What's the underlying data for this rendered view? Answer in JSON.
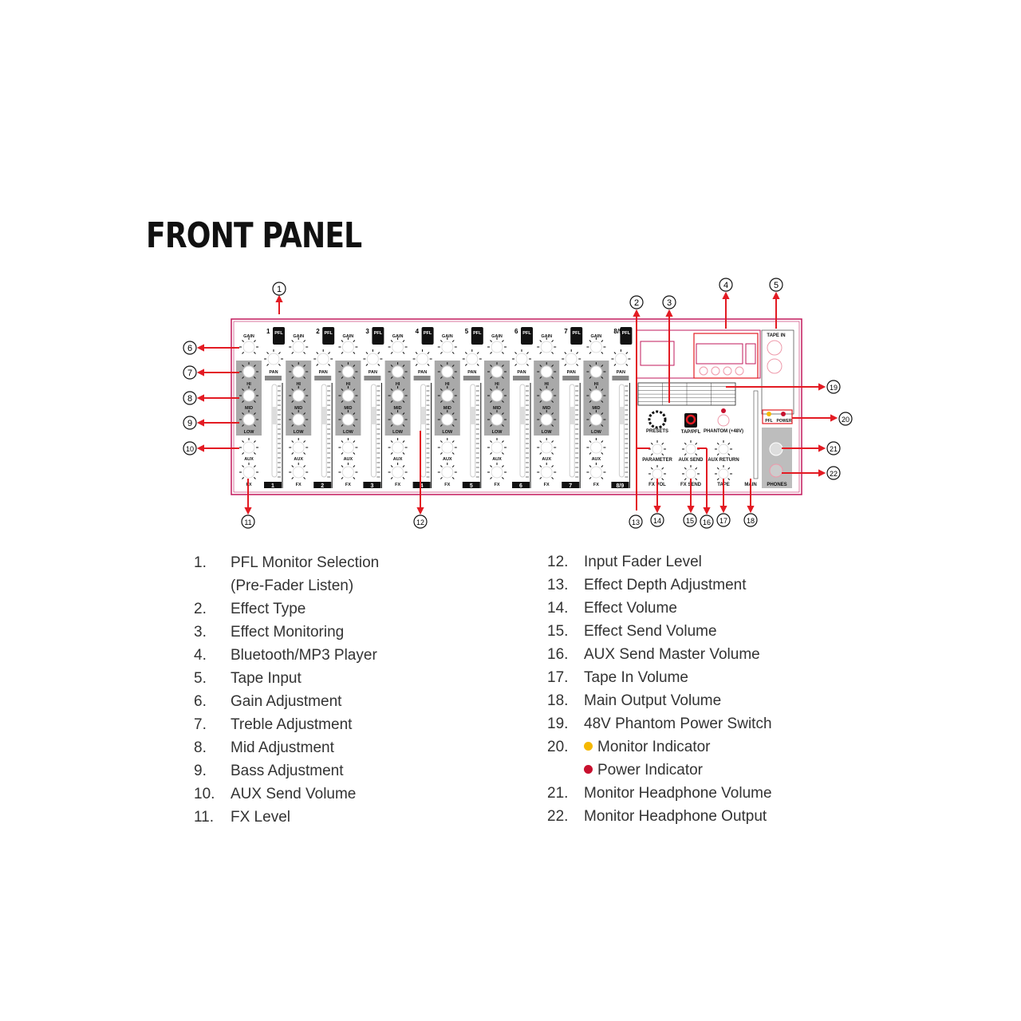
{
  "title": "FRONT PANEL",
  "panel": {
    "channels": [
      "1",
      "2",
      "3",
      "4",
      "5",
      "6",
      "7",
      "8/9"
    ],
    "knob_labels": {
      "gain": "GAIN",
      "pfl": "PFL",
      "aux": "AUX",
      "fx": "FX",
      "pan": "PAN",
      "low": "LOW",
      "mid": "MID",
      "hi": "HI"
    },
    "fx_labels": [
      "PRESETS",
      "TAP/PFL",
      "PARAMETER",
      "FX VOL",
      "AUX SEND",
      "FX SEND",
      "PHANTOM (+48V)",
      "AUX RETURN",
      "TAPE",
      "MAIN",
      "TAPE IN",
      "PHONES",
      "PFL",
      "POWER"
    ]
  },
  "callouts": [
    "1",
    "2",
    "3",
    "4",
    "5",
    "6",
    "7",
    "8",
    "9",
    "10",
    "11",
    "12",
    "13",
    "14",
    "15",
    "16",
    "17",
    "18",
    "19",
    "20",
    "21",
    "22"
  ],
  "colors": {
    "accent": "#e31b23",
    "panel_border": "#c2185b",
    "eq_gray": "#a9a9a9",
    "monitor": "#f5b800",
    "power": "#c8102e"
  },
  "legend_left": [
    {
      "num": "1.",
      "text": "PFL Monitor Selection"
    },
    {
      "num": "",
      "text": "(Pre-Fader Listen)"
    },
    {
      "num": "2.",
      "text": "Effect Type"
    },
    {
      "num": "3.",
      "text": "Effect Monitoring"
    },
    {
      "num": "4.",
      "text": "Bluetooth/MP3 Player"
    },
    {
      "num": "5.",
      "text": "Tape Input"
    },
    {
      "num": "6.",
      "text": "Gain Adjustment"
    },
    {
      "num": "7.",
      "text": "Treble Adjustment"
    },
    {
      "num": "8.",
      "text": "Mid Adjustment"
    },
    {
      "num": "9.",
      "text": "Bass Adjustment"
    },
    {
      "num": "10.",
      "text": "AUX Send Volume"
    },
    {
      "num": "11.",
      "text": "FX Level"
    }
  ],
  "legend_right": [
    {
      "num": "12.",
      "text": "Input Fader Level"
    },
    {
      "num": "13.",
      "text": "Effect Depth Adjustment"
    },
    {
      "num": "14.",
      "text": "Effect Volume"
    },
    {
      "num": "15.",
      "text": "Effect Send Volume"
    },
    {
      "num": "16.",
      "text": "AUX Send Master Volume"
    },
    {
      "num": "17.",
      "text": "Tape In Volume"
    },
    {
      "num": "18.",
      "text": "Main Output Volume"
    },
    {
      "num": "19.",
      "text": "48V Phantom Power Switch"
    },
    {
      "num": "20.",
      "text": "Monitor Indicator",
      "dot": "monitor"
    },
    {
      "num": "",
      "text": "Power Indicator",
      "dot": "power"
    },
    {
      "num": "21.",
      "text": "Monitor Headphone Volume"
    },
    {
      "num": "22.",
      "text": "Monitor Headphone Output"
    }
  ]
}
